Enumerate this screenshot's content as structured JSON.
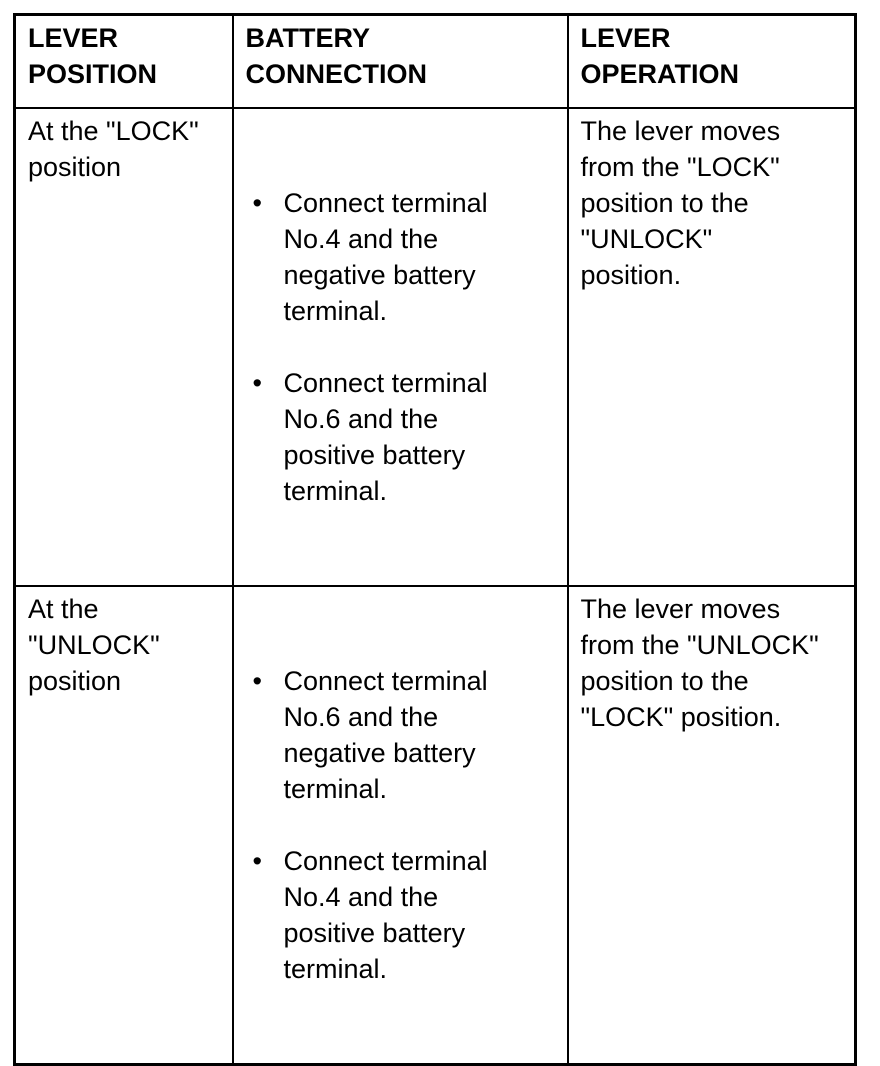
{
  "page": {
    "background_color": "#ffffff",
    "text_color": "#000000",
    "border_color": "#000000"
  },
  "table": {
    "bullet_marker": "•",
    "headers": [
      "LEVER\nPOSITION",
      "BATTERY\nCONNECTION",
      "LEVER\nOPERATION"
    ],
    "rows": [
      {
        "lever_position": "At the \"LOCK\"\nposition",
        "battery_connection": [
          "Connect terminal\nNo.4 and the\nnegative battery\nterminal.",
          "Connect terminal\nNo.6 and the\npositive battery\nterminal."
        ],
        "lever_operation": "The lever moves\nfrom the \"LOCK\"\nposition to the\n\"UNLOCK\"\nposition."
      },
      {
        "lever_position": "At the\n\"UNLOCK\"\nposition",
        "battery_connection": [
          "Connect terminal\nNo.6 and the\nnegative battery\nterminal.",
          "Connect terminal\nNo.4 and the\npositive battery\nterminal."
        ],
        "lever_operation": "The lever moves\nfrom the \"UNLOCK\"\nposition to the\n\"LOCK\" position."
      }
    ]
  }
}
